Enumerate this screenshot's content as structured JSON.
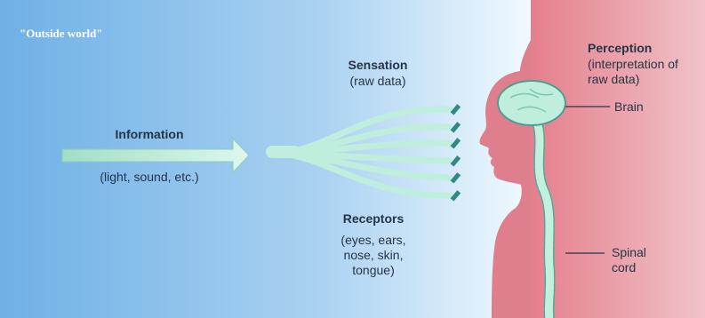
{
  "outside_world": "\"Outside world\"",
  "information": {
    "title": "Information",
    "detail": "(light, sound, etc.)"
  },
  "sensation": {
    "title": "Sensation",
    "detail": "(raw data)"
  },
  "receptors": {
    "title": "Receptors",
    "detail": [
      "(eyes, ears,",
      "nose, skin,",
      "tongue)"
    ]
  },
  "perception": {
    "title": "Perception",
    "detail": [
      "(interpretation of",
      "raw data)"
    ]
  },
  "brain_label": "Brain",
  "spinal_cord_label": [
    "Spinal",
    "cord"
  ],
  "colors": {
    "sky": "#6fb0e6",
    "body": "#de7f8d",
    "nerve": "#bfeedd",
    "text": "#253446"
  }
}
